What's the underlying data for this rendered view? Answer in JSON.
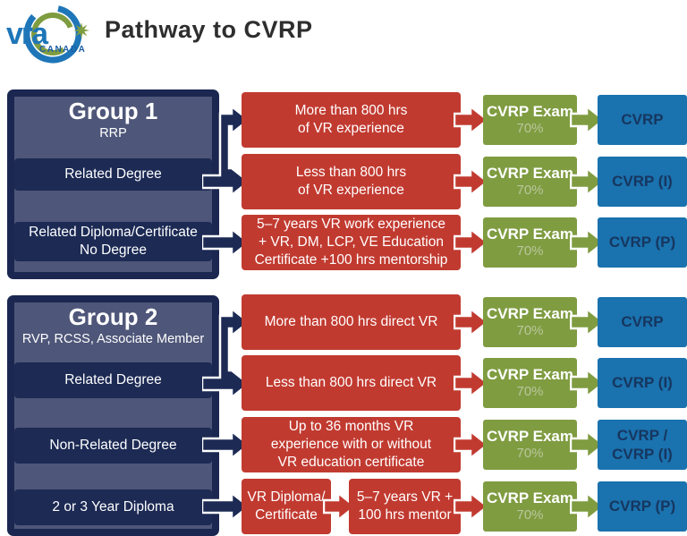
{
  "header": {
    "title": "Pathway to CVRP",
    "logo": {
      "name": "vra",
      "country": "CANADA"
    }
  },
  "palette": {
    "navy_dark": "#1c2a54",
    "panel_fill": "#4e5679",
    "panel_border": "#1b2750",
    "red": "#c13a30",
    "green": "#7f9c41",
    "green_score_text": "#b9c69b",
    "blue": "#1a72ae",
    "blue_box_text": "#16365f",
    "title_text": "#2e2e2e"
  },
  "exam": {
    "title": "CVRP Exam",
    "score": "70%"
  },
  "group1": {
    "title": "Group 1",
    "subtitle": "RRP",
    "entries": {
      "related_degree": "Related Degree",
      "diploma": "Related Diploma/Certificate\nNo Degree"
    }
  },
  "group2": {
    "title": "Group 2",
    "subtitle": "RVP, RCSS, Associate Member",
    "entries": {
      "related_degree": "Related Degree",
      "non_related": "Non-Related Degree",
      "diploma": "2 or 3 Year Diploma"
    }
  },
  "rows": {
    "r1": {
      "requirement": "More than 800 hrs\nof VR experience",
      "outcome": "CVRP"
    },
    "r2": {
      "requirement": "Less than 800 hrs\nof VR experience",
      "outcome": "CVRP (I)"
    },
    "r3": {
      "requirement": "5–7 years VR work experience\n+ VR, DM, LCP, VE Education\nCertificate +100 hrs mentorship",
      "outcome": "CVRP (P)"
    },
    "r4": {
      "requirement": "More than 800 hrs direct VR",
      "outcome": "CVRP"
    },
    "r5": {
      "requirement": "Less than 800 hrs direct VR",
      "outcome": "CVRP (I)"
    },
    "r6": {
      "requirement": "Up to 36 months VR\nexperience with or without\nVR education certificate",
      "outcome": "CVRP /\nCVRP (I)"
    },
    "r7": {
      "requirement_step1": "VR Diploma/\nCertificate",
      "requirement_step2": "5–7 years VR +\n100 hrs mentor",
      "outcome": "CVRP (P)"
    }
  }
}
